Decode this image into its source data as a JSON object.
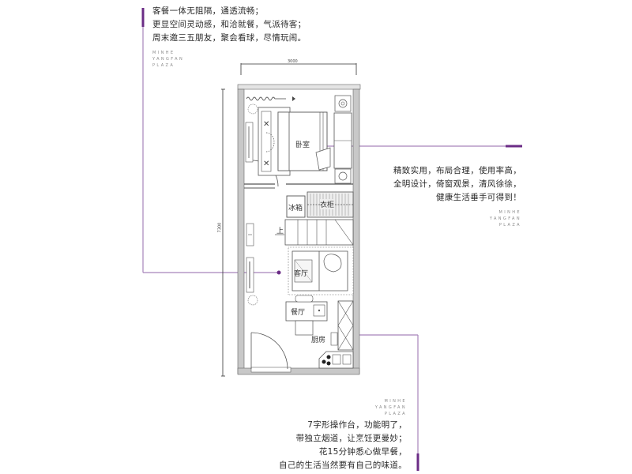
{
  "colors": {
    "accent": "#6b2c86",
    "accent_line": "#9b6bb0",
    "wall": "#c8c8c8",
    "line": "#555555"
  },
  "callouts": [
    {
      "id": "living-dining",
      "lines": [
        "客餐一体无阻隔，通透流畅；",
        "更显空间灵动感，和洽就餐，气派待客；",
        "周末邀三五朋友，聚会看球，尽情玩闹。"
      ],
      "brand": [
        "MINHE",
        "YANGFAN",
        "PLAZA"
      ]
    },
    {
      "id": "bedroom",
      "lines": [
        "精致实用，布局合理，使用率高，",
        "全明设计，倚窗观景，清风徐徐，",
        "健康生活垂手可得到！"
      ],
      "brand": [
        "MINHE",
        "YANGFAN",
        "PLAZA"
      ]
    },
    {
      "id": "kitchen",
      "lines": [
        "7字形操作台，功能明了，",
        "带独立烟道，让烹饪更曼妙；",
        "花15分钟悉心做早餐，",
        "自己的生活当然要有自己的味道。"
      ],
      "brand": [
        "MINHE",
        "YANGFAN",
        "PLAZA"
      ]
    }
  ],
  "floorplan": {
    "dimension_top": "3000",
    "dimension_left": "7300",
    "rooms": {
      "bedroom": "卧室",
      "fridge": "冰箱",
      "wardrobe": "衣柜",
      "stairs_up": "上",
      "living": "客厅",
      "dining": "餐厅",
      "kitchen": "厨房"
    }
  }
}
